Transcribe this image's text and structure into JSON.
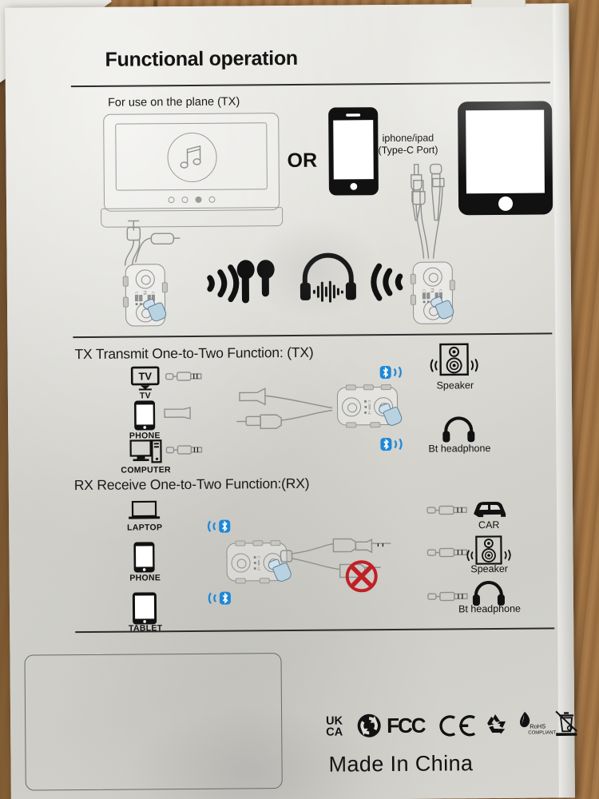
{
  "product_box": {
    "title": "Functional operation",
    "made_in": "Made In China"
  },
  "section_plane": {
    "heading": "For use on the plane (TX)",
    "or_label": "OR",
    "device_note_line1": "iphone/ipad",
    "device_note_line2": "(Type-C Port)",
    "icons": [
      "ife-screen-icon",
      "music-note-icon",
      "wireless-wave-icon",
      "earbuds-icon",
      "headphone-waveform-icon",
      "phone-icon",
      "tablet-icon",
      "aux-cable-icon",
      "usb-c-cable-icon",
      "transmitter-device-icon",
      "hand-press-icon"
    ]
  },
  "section_tx": {
    "heading": "TX Transmit One-to-Two Function: (TX)",
    "sources": [
      {
        "label": "TV",
        "icon": "tv-icon",
        "connector": "aux-3.5mm-plug-icon"
      },
      {
        "label": "PHONE",
        "icon": "phone-icon",
        "connector": "usb-c-plug-icon"
      },
      {
        "label": "COMPUTER",
        "icon": "computer-icon",
        "connector": "aux-3.5mm-plug-icon"
      }
    ],
    "outputs": [
      {
        "label": "Speaker",
        "icon": "speaker-icon"
      },
      {
        "label": "Bt headphone",
        "icon": "headphone-icon"
      }
    ],
    "bluetooth_icon": "bluetooth-icon",
    "bluetooth_count": 2
  },
  "section_rx": {
    "heading": "RX Receive One-to-Two Function:(RX)",
    "sources": [
      {
        "label": "LAPTOP",
        "icon": "laptop-icon"
      },
      {
        "label": "PHONE",
        "icon": "phone-icon"
      },
      {
        "label": "TABLET",
        "icon": "tablet-icon"
      }
    ],
    "outputs": [
      {
        "label": "CAR",
        "icon": "car-icon",
        "connector": "aux-3.5mm-cable-icon"
      },
      {
        "label": "Speaker",
        "icon": "speaker-icon",
        "connector": "aux-3.5mm-cable-icon"
      },
      {
        "label": "Bt headphone",
        "icon": "headphone-icon",
        "connector": "aux-3.5mm-cable-icon"
      }
    ],
    "bluetooth_icon": "bluetooth-icon",
    "prohibited_icon": "red-x-prohibition-icon"
  },
  "certifications": [
    {
      "name": "ukca-mark",
      "text_line1": "UK",
      "text_line2": "CA"
    },
    {
      "name": "green-dot-recycle-mark",
      "text": ""
    },
    {
      "name": "fcc-mark",
      "text": "FCC"
    },
    {
      "name": "ce-mark",
      "text": "CE"
    },
    {
      "name": "mobius-recycle-mark",
      "text": ""
    },
    {
      "name": "rohs-mark",
      "text_line1": "RoHS",
      "text_line2": "COMPLIANT"
    },
    {
      "name": "weee-crossed-bin-mark",
      "text": ""
    }
  ],
  "colors": {
    "bluetooth_blue": "#1e88d8",
    "prohibition_red": "#c02026",
    "ink_black": "#111111",
    "line_gray": "#8f8f8f",
    "box_paper": "#dddcd6",
    "desk_wood": "#9c7144"
  }
}
